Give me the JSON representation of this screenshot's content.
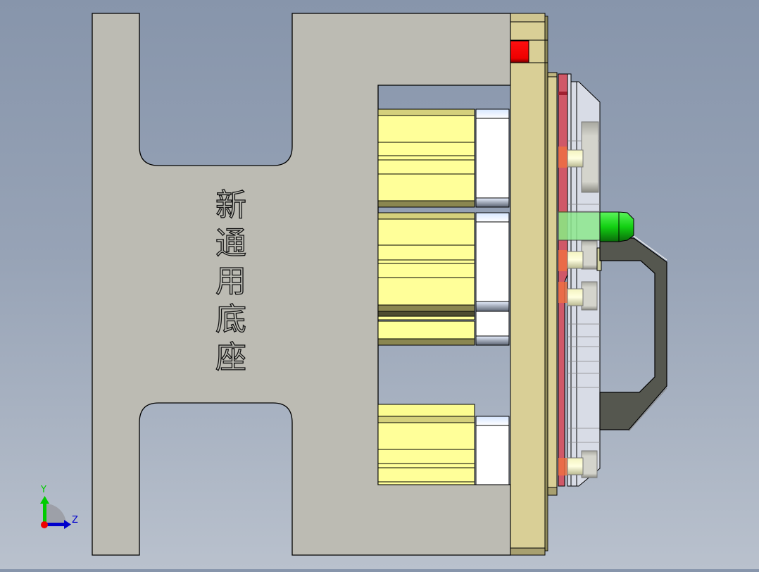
{
  "app": "SolidWorks 3D view",
  "model": {
    "engraved_text": [
      "新",
      "通",
      "用",
      "底",
      "座"
    ],
    "engraved_text_full": "新通用底座",
    "parts": [
      {
        "name": "base-plate",
        "color": "#bcbbb3"
      },
      {
        "name": "clamp-plate",
        "color": "#d9cf96"
      },
      {
        "name": "locating-block",
        "color": "#ff0000"
      },
      {
        "name": "cylinder-bodies",
        "color": "#ffff99"
      },
      {
        "name": "cylinder-caps",
        "color": "#ffffff"
      },
      {
        "name": "insert-plate",
        "color": "#cd5c6a"
      },
      {
        "name": "transparent-cover",
        "color": "#d8dce6"
      },
      {
        "name": "guide-pin",
        "color": "#1ee01e"
      },
      {
        "name": "handle",
        "color": "#55574f"
      }
    ]
  },
  "triad": {
    "y_label": "Y",
    "z_label": "Z",
    "colors": {
      "x": "#ff0000",
      "y": "#00cc00",
      "z": "#0000cc"
    }
  }
}
